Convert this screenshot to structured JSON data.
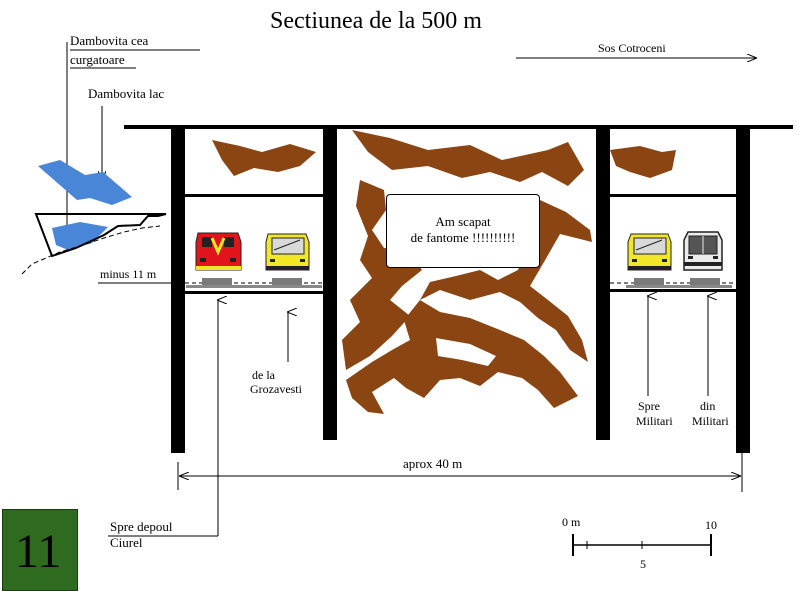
{
  "title": "Sectiunea de la  500 m",
  "labels": {
    "dambovita_cea": "Dambovita cea",
    "curgatoare": "curgatoare",
    "dambovita_lac": "Dambovita lac",
    "sos_cotroceni": "Sos Cotroceni",
    "minus_11": "minus 11 m",
    "de_la": "de la",
    "grozavesti": "Grozavesti",
    "spre": "Spre",
    "militari_1": "Militari",
    "din": "din",
    "militari_2": "Militari",
    "aprox": "aprox  40 m",
    "spre_depoul": "Spre depoul",
    "ciurel": "Ciurel",
    "scale_0": "0 m",
    "scale_10": "10",
    "scale_5": "5"
  },
  "callout": {
    "line1": "Am scapat",
    "line2": "de fantome !!!!!!!!!!"
  },
  "page_badge": "11",
  "colors": {
    "water": "#4a86d8",
    "rock": "#8b4513",
    "wall": "#000000",
    "train_red": "#e0141a",
    "train_yellow": "#f2e628",
    "badge": "#2f6b1f"
  }
}
